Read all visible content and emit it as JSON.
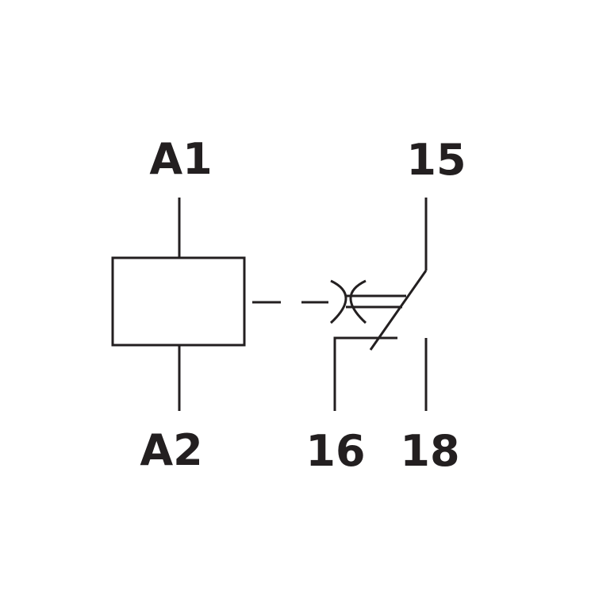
{
  "diagram": {
    "terminals": {
      "coil_top": "A1",
      "coil_bottom": "A2",
      "common": "15",
      "normally_closed": "16",
      "normally_open": "18"
    }
  }
}
